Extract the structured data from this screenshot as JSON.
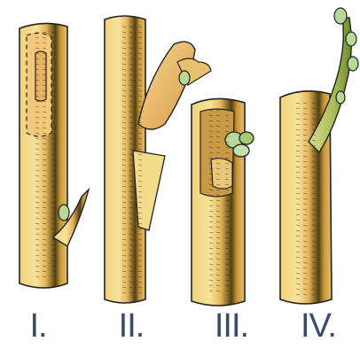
{
  "panels": [
    {
      "label": "I."
    },
    {
      "label": "II."
    },
    {
      "label": "III."
    },
    {
      "label": "IV."
    }
  ],
  "colors": {
    "bark_light": "#f4dc8e",
    "bark_mid": "#e8b860",
    "bark_dark": "#c48a30",
    "bark_shadow": "#4a3a10",
    "cut_face": "#f0c070",
    "bud_green": "#b8d898",
    "shoot_green": "#a8c060",
    "outline": "#222222",
    "label": "#3a4a6a"
  }
}
